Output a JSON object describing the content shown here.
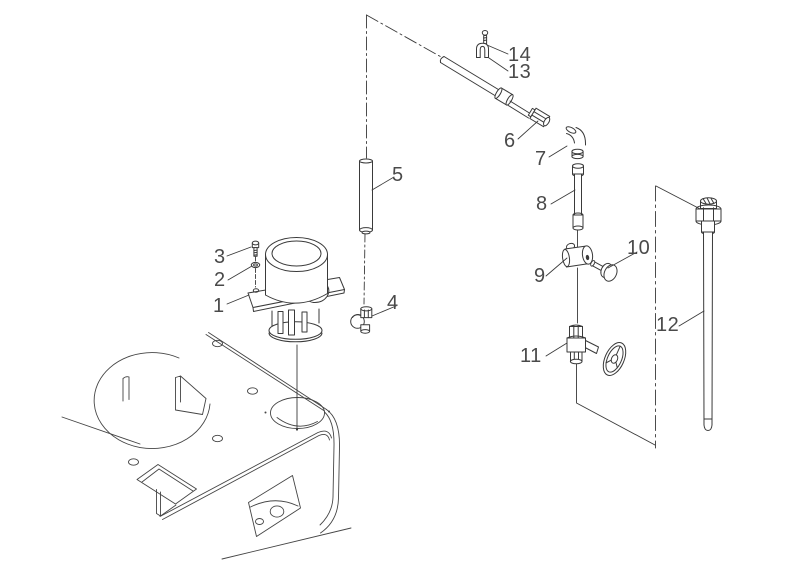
{
  "diagram_type": "exploded-parts-diagram",
  "colors": {
    "background": "#ffffff",
    "line": "#3a3a3a",
    "label": "#4a4a4a"
  },
  "parts": [
    {
      "label": "1"
    },
    {
      "label": "2"
    },
    {
      "label": "3"
    },
    {
      "label": "4"
    },
    {
      "label": "5"
    },
    {
      "label": "6"
    },
    {
      "label": "7"
    },
    {
      "label": "8"
    },
    {
      "label": "9"
    },
    {
      "label": "10"
    },
    {
      "label": "11"
    },
    {
      "label": "12"
    },
    {
      "label": "13"
    },
    {
      "label": "14"
    }
  ]
}
